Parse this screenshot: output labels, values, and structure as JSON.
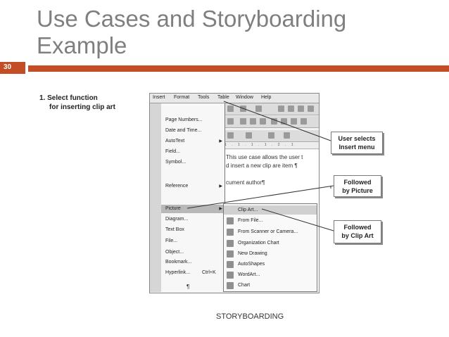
{
  "slide": {
    "title": "Use Cases and Storyboarding Example",
    "number": "30",
    "footer": "STORYBOARDING"
  },
  "step": {
    "line1": "1.  Select function",
    "line2": "for inserting clip art"
  },
  "screenshot": {
    "menubar": [
      "Insert",
      "Format",
      "Tools",
      "Table",
      "Window",
      "Help"
    ],
    "insert_menu": [
      {
        "label": "Page Numbers...",
        "shortcut": "",
        "submenu": false
      },
      {
        "label": "Date and Time...",
        "shortcut": "",
        "submenu": false
      },
      {
        "label": "AutoText",
        "shortcut": "",
        "submenu": true
      },
      {
        "label": "Field...",
        "shortcut": "",
        "submenu": false
      },
      {
        "label": "Symbol...",
        "shortcut": "",
        "submenu": false
      },
      {
        "label": "Reference",
        "shortcut": "",
        "submenu": true
      },
      {
        "label": "Picture",
        "shortcut": "",
        "submenu": true
      },
      {
        "label": "Diagram...",
        "shortcut": "",
        "submenu": false
      },
      {
        "label": "Text Box",
        "shortcut": "",
        "submenu": false
      },
      {
        "label": "File...",
        "shortcut": "",
        "submenu": false
      },
      {
        "label": "Object...",
        "shortcut": "",
        "submenu": false
      },
      {
        "label": "Bookmark...",
        "shortcut": "",
        "submenu": false
      },
      {
        "label": "Hyperlink...",
        "shortcut": "Ctrl+K",
        "submenu": false
      }
    ],
    "picture_submenu": [
      "Clip Art...",
      "From File...",
      "From Scanner or Camera...",
      "Organization Chart",
      "New Drawing",
      "AutoShapes",
      "WordArt...",
      "Chart"
    ],
    "document_lines": [
      "This use case allows the user t",
      "d insert a new clip are item ¶",
      "cument author¶"
    ],
    "paragraph_mark": "¶",
    "ruler": "1 . 1 . 1 . 1 . 2 . 1"
  },
  "callouts": {
    "c1_line1": "User selects",
    "c1_line2": "Insert menu",
    "c2_line1": "Followed",
    "c2_line2": "by Picture",
    "c3_line1": "Followed",
    "c3_line2": "by Clip Art"
  },
  "colors": {
    "accent": "#c44d26",
    "title": "#7f7f7f"
  }
}
